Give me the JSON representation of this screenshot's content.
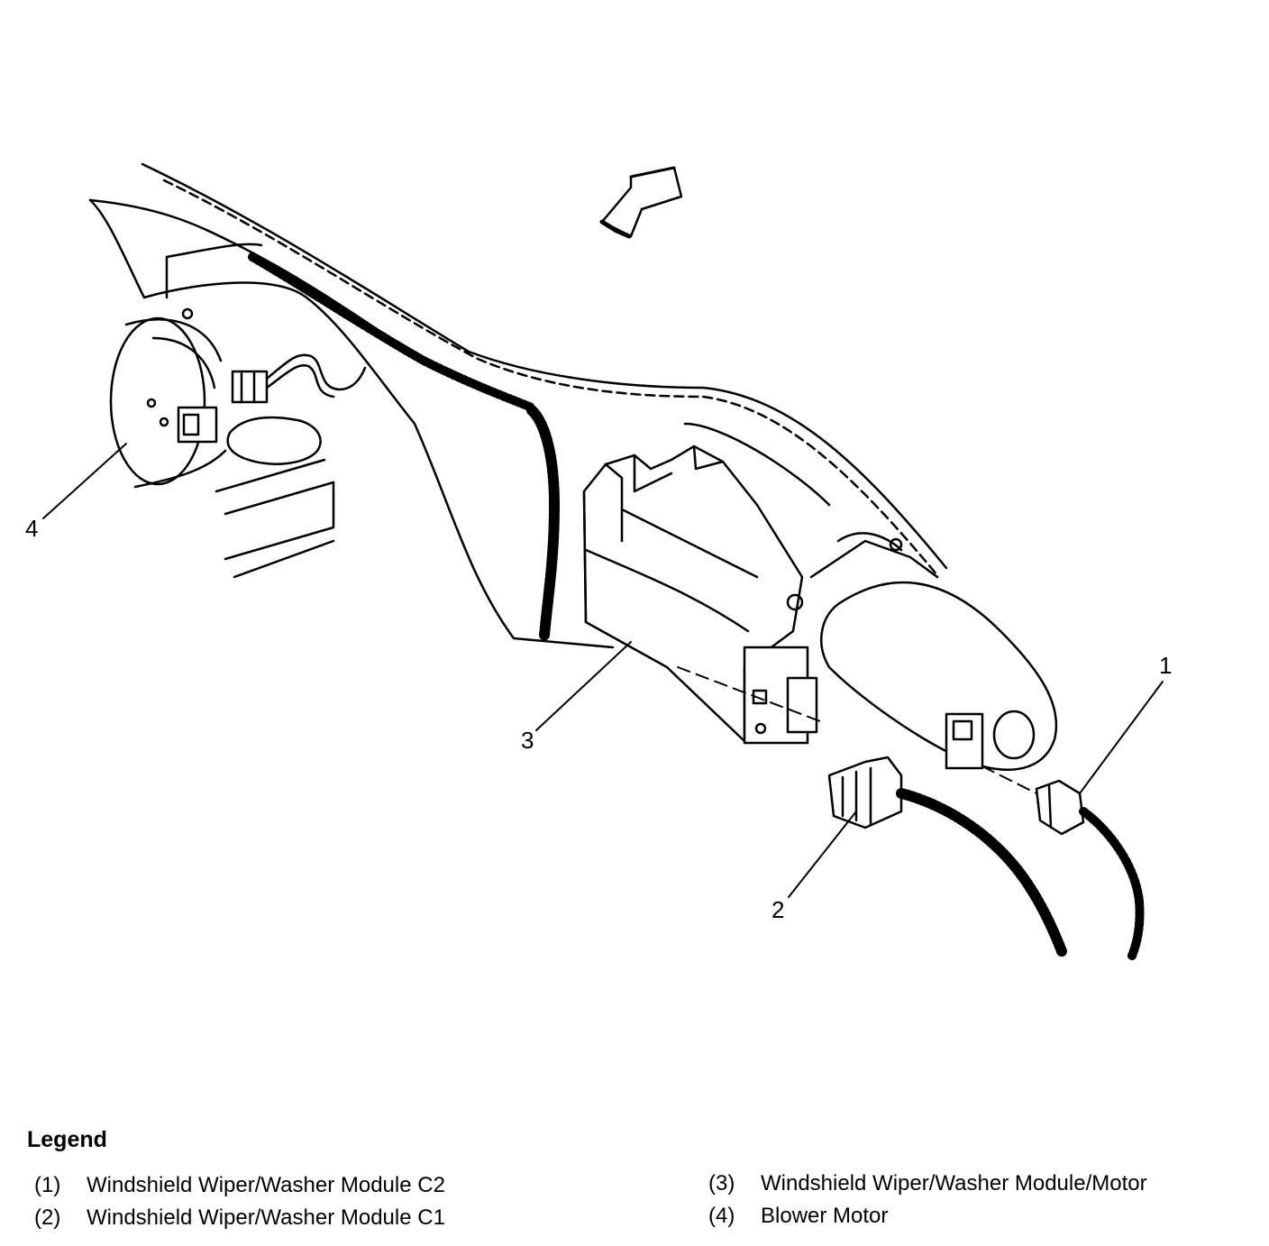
{
  "callouts": {
    "c1": "1",
    "c2": "2",
    "c3": "3",
    "c4": "4"
  },
  "legend": {
    "title": "Legend",
    "items": [
      {
        "num": "(1)",
        "label": "Windshield Wiper/Washer Module C2"
      },
      {
        "num": "(2)",
        "label": "Windshield Wiper/Washer Module C1"
      },
      {
        "num": "(3)",
        "label": "Windshield Wiper/Washer Module/Motor"
      },
      {
        "num": "(4)",
        "label": "Blower Motor"
      }
    ]
  },
  "colors": {
    "line": "#000000",
    "background": "#ffffff"
  }
}
